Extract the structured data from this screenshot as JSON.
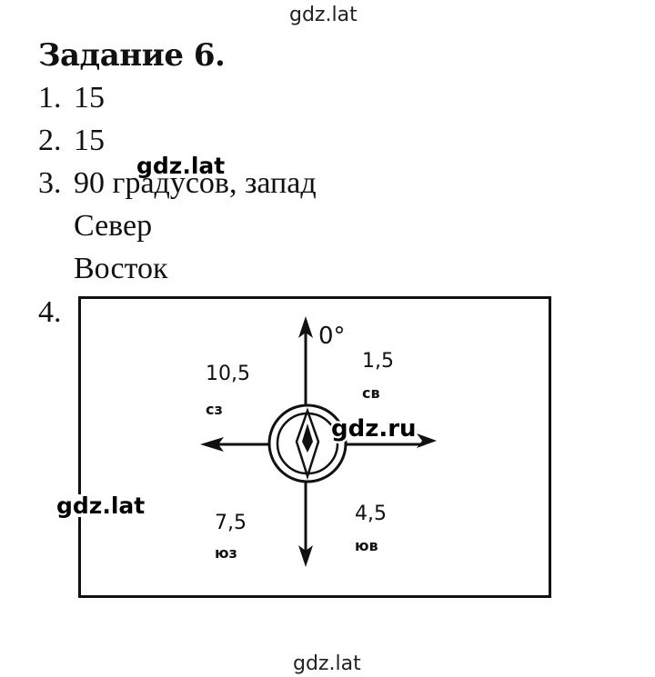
{
  "watermarks": {
    "top": "gdz.lat",
    "middle": "gdz.lat",
    "left": "gdz.lat",
    "diagram": "gdz.ru",
    "bottom": "gdz.lat"
  },
  "task": {
    "title": "Задание 6.",
    "items": [
      {
        "num": "1.",
        "text": "15"
      },
      {
        "num": "2.",
        "text": "15"
      },
      {
        "num": "3.",
        "text": "90 градусов, запад"
      }
    ],
    "extra_lines": [
      "Север",
      "Восток"
    ],
    "item4_num": "4."
  },
  "compass": {
    "north_label": "0°",
    "quadrants": {
      "ne": {
        "value": "1,5",
        "dir": "св"
      },
      "nw": {
        "value": "10,5",
        "dir": "сз"
      },
      "sw": {
        "value": "7,5",
        "dir": "юз"
      },
      "se": {
        "value": "4,5",
        "dir": "юв"
      }
    },
    "line_color": "#111111"
  }
}
